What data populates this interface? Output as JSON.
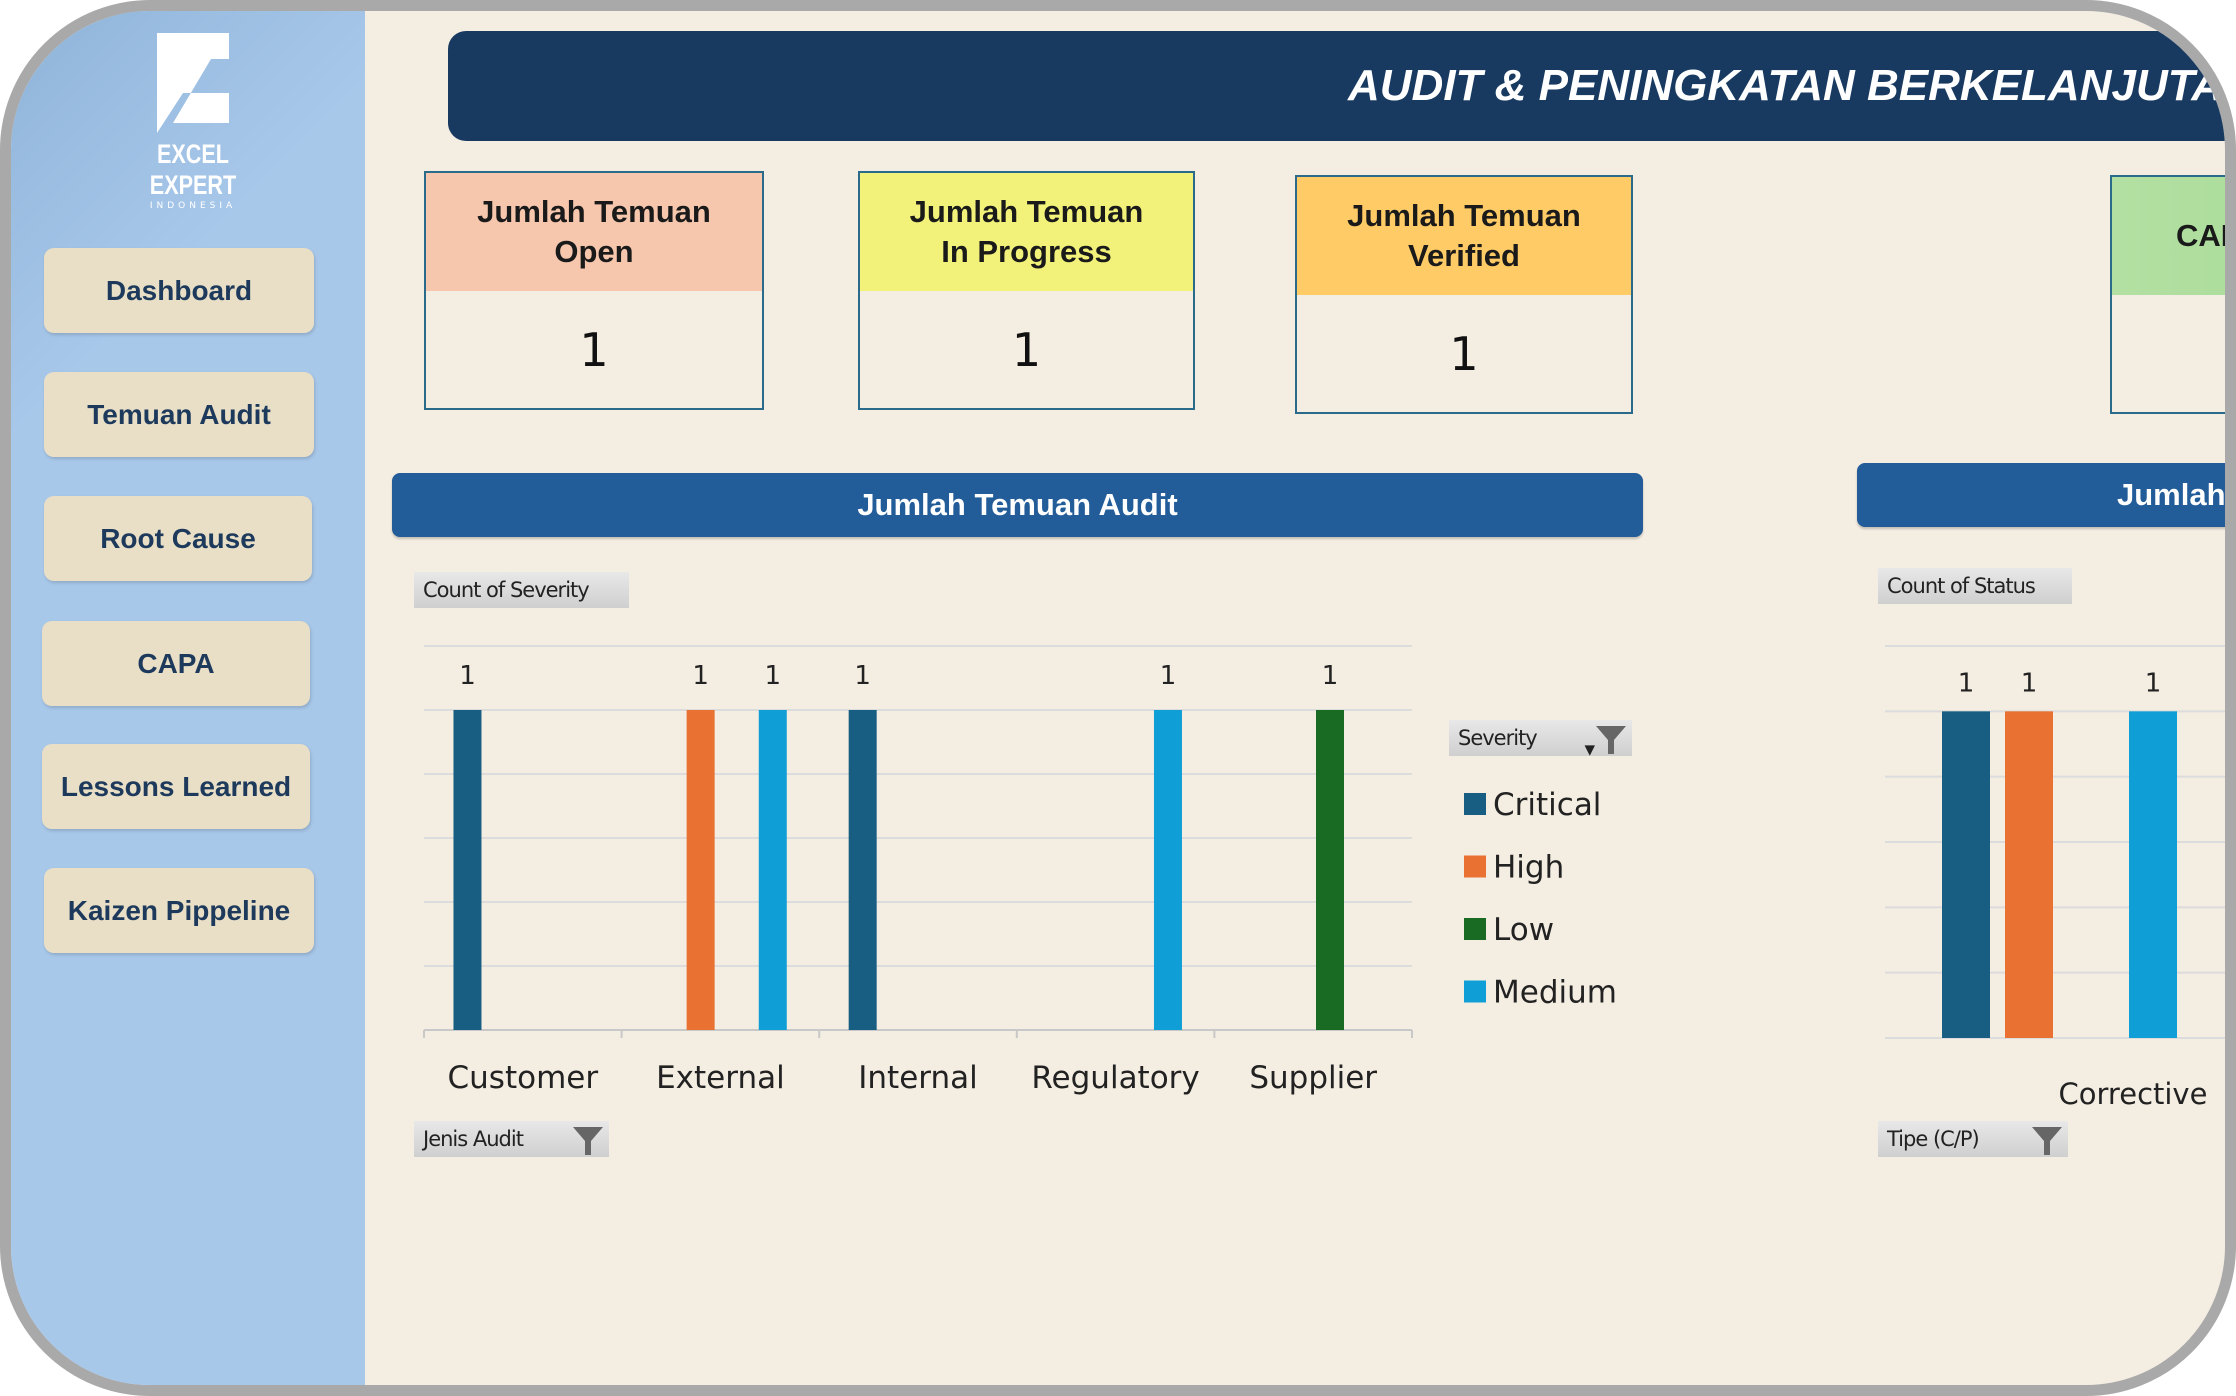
{
  "logo": {
    "name": "EXCEL EXPERT",
    "sub": "INDONESIA"
  },
  "nav": [
    "Dashboard",
    "Temuan Audit",
    "Root Cause",
    "CAPA",
    "Lessons Learned",
    "Kaizen Pippeline"
  ],
  "title": "AUDIT & PENINGKATAN BERKELANJUTAN",
  "cards": [
    {
      "label": "Jumlah Temuan\nOpen",
      "value": "1",
      "color": "#f6c6ad"
    },
    {
      "label": "Jumlah Temuan\nIn Progress",
      "value": "1",
      "color": "#f2f27a"
    },
    {
      "label": "Jumlah Temuan\nVerified",
      "value": "1",
      "color": "#fecb66"
    },
    {
      "label": "CAP",
      "value": "",
      "color": "#b2e0a2"
    }
  ],
  "left_chart_title": "Jumlah Temuan Audit",
  "right_chart_title": "Jumlah",
  "pivot": {
    "count_severity": "Count of Severity",
    "severity": "Severity",
    "jenis_audit": "Jenis Audit",
    "count_status": "Count of Status",
    "tipe": "Tipe (C/P)"
  },
  "colors": {
    "Critical": "#175e82",
    "High": "#e97132",
    "Low": "#196b24",
    "Medium": "#0f9ed5"
  },
  "chart_data": [
    {
      "type": "bar",
      "title": "Jumlah Temuan Audit",
      "ylabel": "Count of Severity",
      "xlabel": "Jenis Audit",
      "ylim": [
        0,
        1.2
      ],
      "grid": true,
      "legend": "right",
      "categories": [
        "Customer",
        "External",
        "Internal",
        "Regulatory",
        "Supplier"
      ],
      "series": [
        {
          "name": "Critical",
          "values": [
            1,
            null,
            1,
            null,
            null
          ]
        },
        {
          "name": "High",
          "values": [
            null,
            1,
            null,
            null,
            null
          ]
        },
        {
          "name": "Low",
          "values": [
            null,
            null,
            null,
            null,
            1
          ]
        },
        {
          "name": "Medium",
          "values": [
            null,
            1,
            null,
            1,
            null
          ]
        }
      ]
    },
    {
      "type": "bar",
      "title": "Jumlah",
      "ylabel": "Count of Status",
      "xlabel": "Tipe (C/P)",
      "ylim": [
        0,
        1.2
      ],
      "grid": true,
      "categories": [
        "Corrective"
      ],
      "series": [
        {
          "name": "Critical",
          "values": [
            1
          ]
        },
        {
          "name": "High",
          "values": [
            1
          ]
        },
        {
          "name": "Medium",
          "values": [
            1
          ]
        }
      ]
    }
  ]
}
